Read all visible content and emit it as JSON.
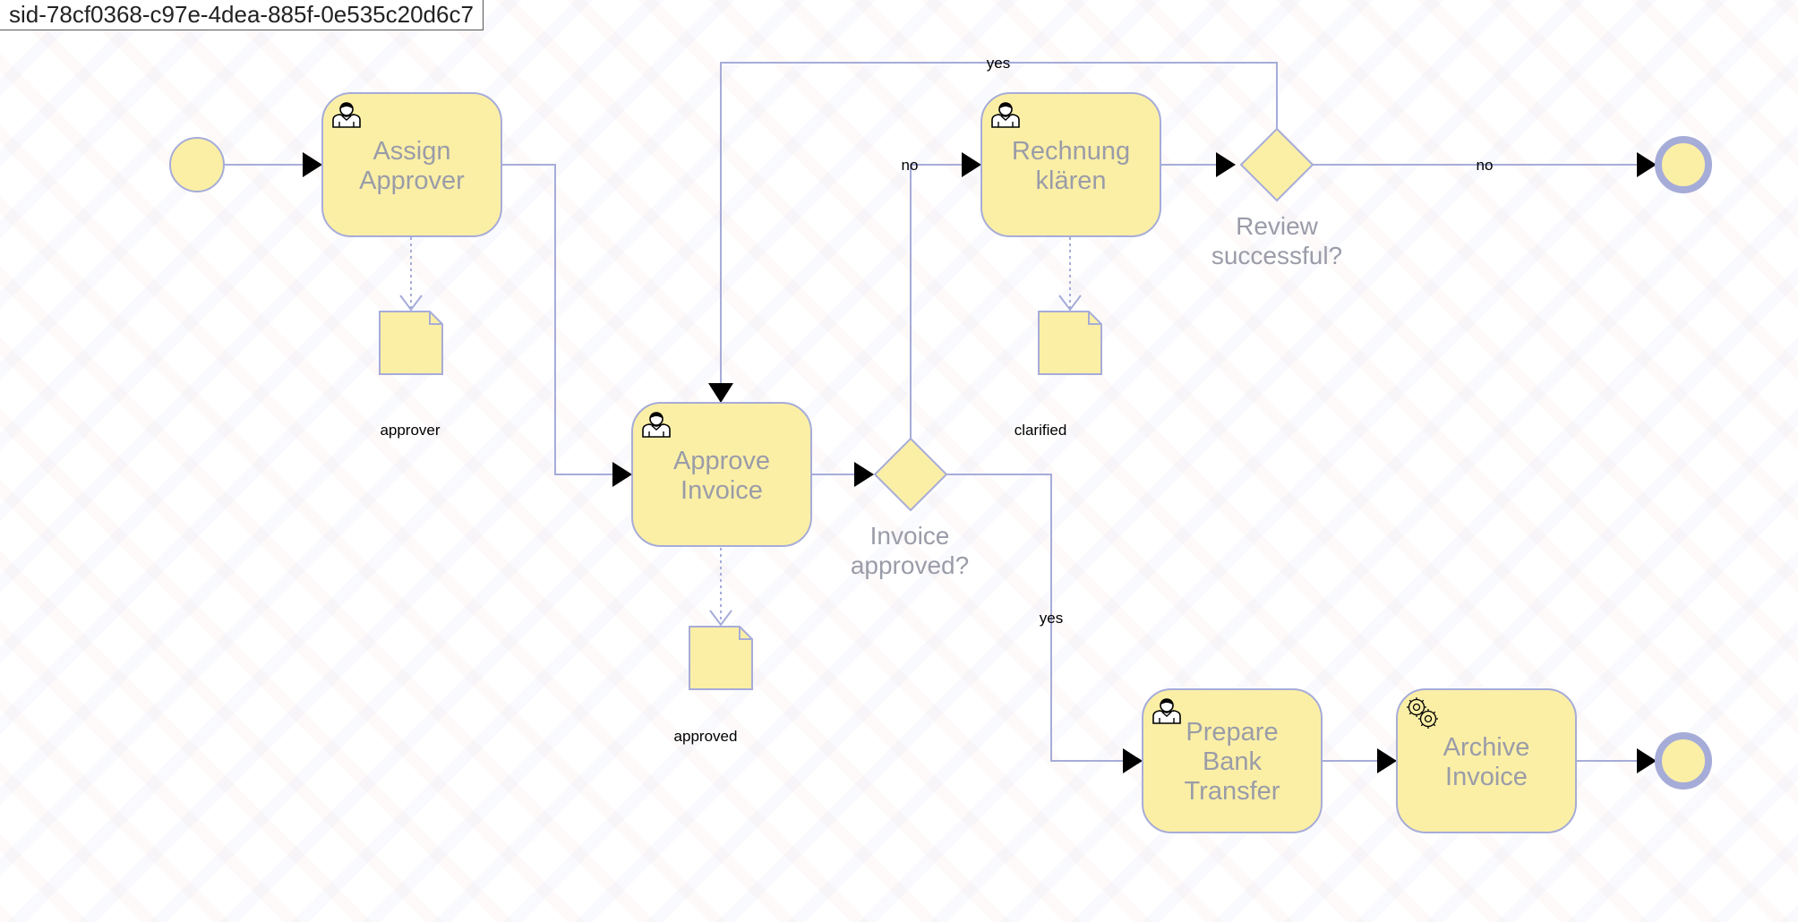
{
  "diagram_id": "sid-78cf0368-c97e-4dea-885f-0e535c20d6c7",
  "tasks": [
    {
      "lines": [
        "Assign",
        "Approver"
      ]
    },
    {
      "lines": [
        "Approve",
        "Invoice"
      ]
    },
    {
      "lines": [
        "Rechnung",
        "klären"
      ]
    },
    {
      "lines": [
        "Prepare",
        "Bank",
        "Transfer"
      ]
    },
    {
      "lines": [
        "Archive",
        "Invoice"
      ]
    }
  ],
  "gateways": [
    {
      "lines": [
        "Invoice",
        "approved?"
      ]
    },
    {
      "lines": [
        "Review",
        "successful?"
      ]
    }
  ],
  "data_objects": [
    "approver",
    "approved",
    "clarified"
  ],
  "flow_labels": {
    "invoice_no": "no",
    "invoice_yes": "yes",
    "review_yes": "yes",
    "review_no": "no"
  },
  "icons": {
    "user_task": "user-icon",
    "service_task": "gear-icon"
  },
  "colors": {
    "fill": "#fbefa6",
    "stroke": "#a6acd8",
    "label": "#9a9ca8",
    "arrow": "#000000"
  }
}
